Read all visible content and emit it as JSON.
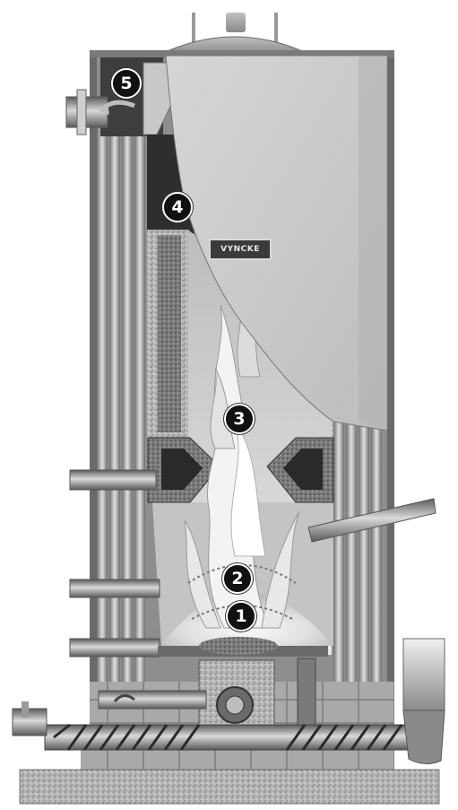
{
  "brand_label": "VYNCKE",
  "markers": [
    {
      "number": "1"
    },
    {
      "number": "2"
    },
    {
      "number": "3"
    },
    {
      "number": "4"
    },
    {
      "number": "5"
    }
  ],
  "colors": {
    "background": "#ffffff",
    "steel_light": "#cfcfcf",
    "steel_mid": "#9a9a9a",
    "steel_dark": "#5a5a5a",
    "refractory": "#8a8a8a",
    "flame": "#f2f2f2",
    "marker": "#111111"
  }
}
